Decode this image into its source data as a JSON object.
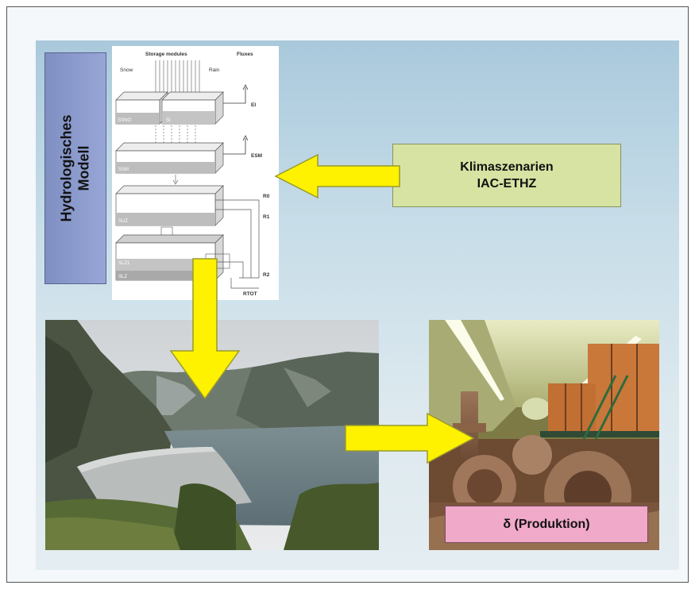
{
  "hydro_label": [
    "Hydrologisches",
    "Modell"
  ],
  "klima_label": [
    "Klimaszenarien",
    "IAC-ETHZ"
  ],
  "production_label": "δ (Produktion)",
  "model": {
    "header_storage": "Storage modules",
    "header_fluxes": "Fluxes",
    "snow": "Snow",
    "rain": "Rain",
    "flux_labels": [
      "EI",
      "ESM",
      "R0",
      "R1",
      "R2",
      "RTOT"
    ],
    "module_labels": [
      "SSNO",
      "SI",
      "SSM",
      "SUZ",
      "SLZ",
      "SLZ1"
    ]
  },
  "colors": {
    "arrow": "#fff200",
    "arrow_stroke": "#9a9a2a",
    "hydro_box": "#8f9dd0",
    "klima_box": "#d6e3a3",
    "prod_box": "#f0a9c9"
  }
}
